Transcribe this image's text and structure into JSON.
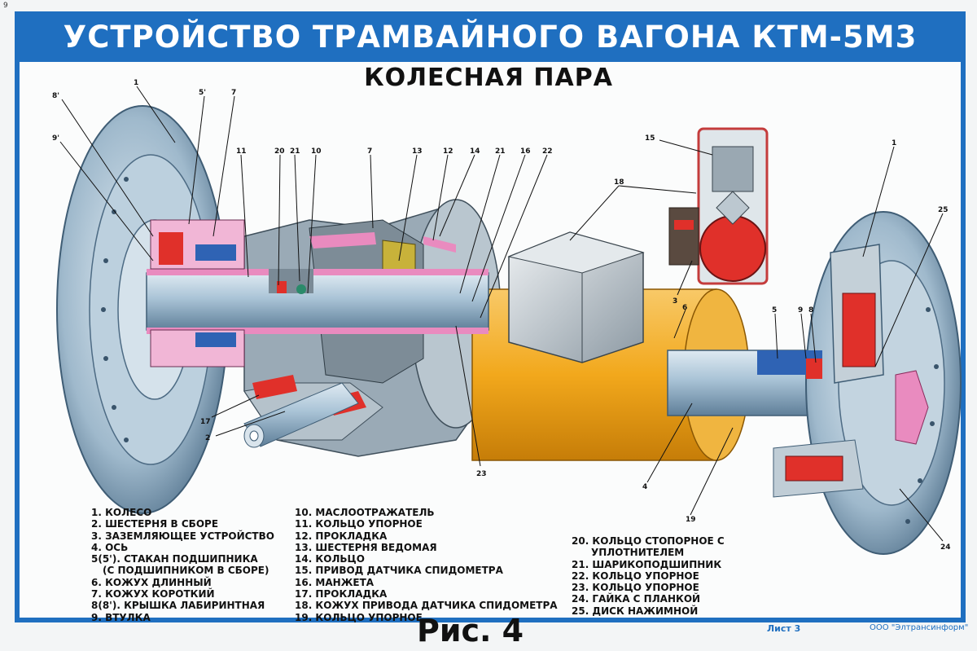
{
  "header": {
    "corner_mark": "9",
    "title": "УСТРОЙСТВО ТРАМВАЙНОГО ВАГОНА КТМ-5М3",
    "subtitle": "КОЛЕСНАЯ ПАРА"
  },
  "legend": {
    "col1": [
      "1. КОЛЕСО",
      "2. ШЕСТЕРНЯ В СБОРЕ",
      "3. ЗАЗЕМЛЯЮЩЕЕ УСТРОЙСТВО",
      "4. ОСЬ",
      "5(5'). СТАКАН ПОДШИПНИКА",
      "(С ПОДШИПНИКОМ В СБОРЕ)",
      "6. КОЖУХ ДЛИННЫЙ",
      "7. КОЖУХ КОРОТКИЙ",
      "8(8'). КРЫШКА ЛАБИРИНТНАЯ",
      "9. ВТУЛКА"
    ],
    "col2": [
      "10. МАСЛООТРАЖАТЕЛЬ",
      "11. КОЛЬЦО УПОРНОЕ",
      "12. ПРОКЛАДКА",
      "13. ШЕСТЕРНЯ ВЕДОМАЯ",
      "14. КОЛЬЦО",
      "15. ПРИВОД ДАТЧИКА СПИДОМЕТРА",
      "16. МАНЖЕТА",
      "17. ПРОКЛАДКА",
      "18. КОЖУХ ПРИВОДА ДАТЧИКА СПИДОМЕТРА",
      "19. КОЛЬЦО УПОРНОЕ"
    ],
    "col3": [
      "20. КОЛЬЦО СТОПОРНОЕ С",
      "УПЛОТНИТЕЛЕМ",
      "21. ШАРИКОПОДШИПНИК",
      "22. КОЛЬЦО УПОРНОЕ",
      "23. КОЛЬЦО УПОРНОЕ",
      "24. ГАЙКА С ПЛАНКОЙ",
      "25. ДИСК НАЖИМНОЙ"
    ]
  },
  "callouts": [
    "1",
    "8'",
    "9'",
    "5'",
    "7",
    "11",
    "20",
    "21",
    "10",
    "7",
    "13",
    "12",
    "14",
    "21",
    "16",
    "22",
    "18",
    "15",
    "3",
    "6",
    "1",
    "25",
    "5",
    "9",
    "8",
    "17",
    "2",
    "23",
    "4",
    "19",
    "24"
  ],
  "footer": {
    "figure": "Рис. 4",
    "sheet": "Лист 3",
    "publisher": "ООО \"Элтрансинформ\""
  },
  "colors": {
    "banner": "#1f6fc0",
    "axle": "#f2a81c",
    "steel": "#a9c3d6",
    "housing": "#8a9aa6",
    "pink": "#e98bbf",
    "red": "#e0302a"
  }
}
